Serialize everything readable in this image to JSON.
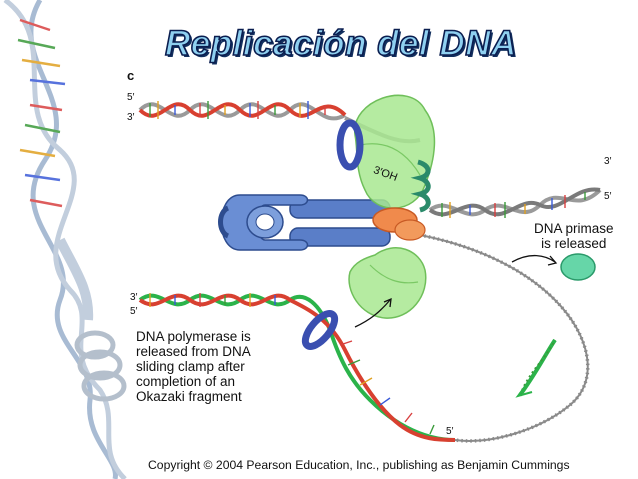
{
  "slide": {
    "title": "Replicación del DNA",
    "panel_letter": "c",
    "copyright": "Copyright © 2004 Pearson Education, Inc., publishing as Benjamin Cummings"
  },
  "labels": {
    "top_left_5": "5′",
    "top_left_3": "3′",
    "right_3": "3′",
    "right_5": "5′",
    "bottom_left_3": "3′",
    "bottom_left_5": "5′",
    "bottom_5": "5′",
    "oh": "3′OH"
  },
  "captions": {
    "primase": [
      "DNA primase",
      "is released"
    ],
    "polymerase": [
      "DNA polymerase is",
      "released from DNA",
      "sliding clamp after",
      "completion of an",
      "Okazaki fragment"
    ]
  },
  "colors": {
    "title_fill": "#8fd0f0",
    "title_outline": "#0a1d4f",
    "polymerase": "#a8e890",
    "clamp": "#3a4fb0",
    "helicase": "#5a7ec8",
    "primase": "#66d6a8",
    "okazaki": "#2bb34a",
    "rna_primer": "#e23b2e"
  }
}
